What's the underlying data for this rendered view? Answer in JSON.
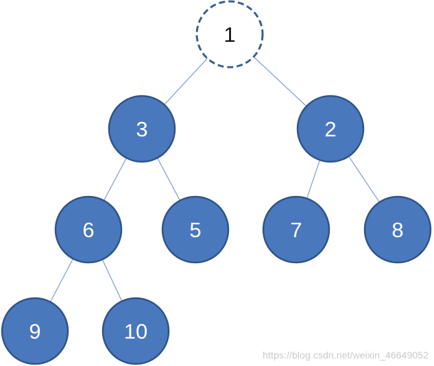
{
  "tree": {
    "nodes": [
      {
        "id": "n1",
        "label": "1",
        "style": "dashed"
      },
      {
        "id": "n3",
        "label": "3",
        "style": "solid"
      },
      {
        "id": "n2",
        "label": "2",
        "style": "solid"
      },
      {
        "id": "n6",
        "label": "6",
        "style": "solid"
      },
      {
        "id": "n5",
        "label": "5",
        "style": "solid"
      },
      {
        "id": "n7",
        "label": "7",
        "style": "solid"
      },
      {
        "id": "n8",
        "label": "8",
        "style": "solid"
      },
      {
        "id": "n9",
        "label": "9",
        "style": "solid"
      },
      {
        "id": "n10",
        "label": "10",
        "style": "solid"
      }
    ],
    "edges": [
      {
        "from": "n1",
        "to": "n3"
      },
      {
        "from": "n1",
        "to": "n2"
      },
      {
        "from": "n3",
        "to": "n6"
      },
      {
        "from": "n3",
        "to": "n5"
      },
      {
        "from": "n2",
        "to": "n7"
      },
      {
        "from": "n2",
        "to": "n8"
      },
      {
        "from": "n6",
        "to": "n9"
      },
      {
        "from": "n6",
        "to": "n10"
      }
    ]
  },
  "colors": {
    "node_fill": "#4a78bd",
    "node_stroke": "#2f5488",
    "dashed_stroke": "#395f92",
    "edge": "#7a9ccc"
  },
  "watermark": "https://blog.csdn.net/weixin_46649052"
}
